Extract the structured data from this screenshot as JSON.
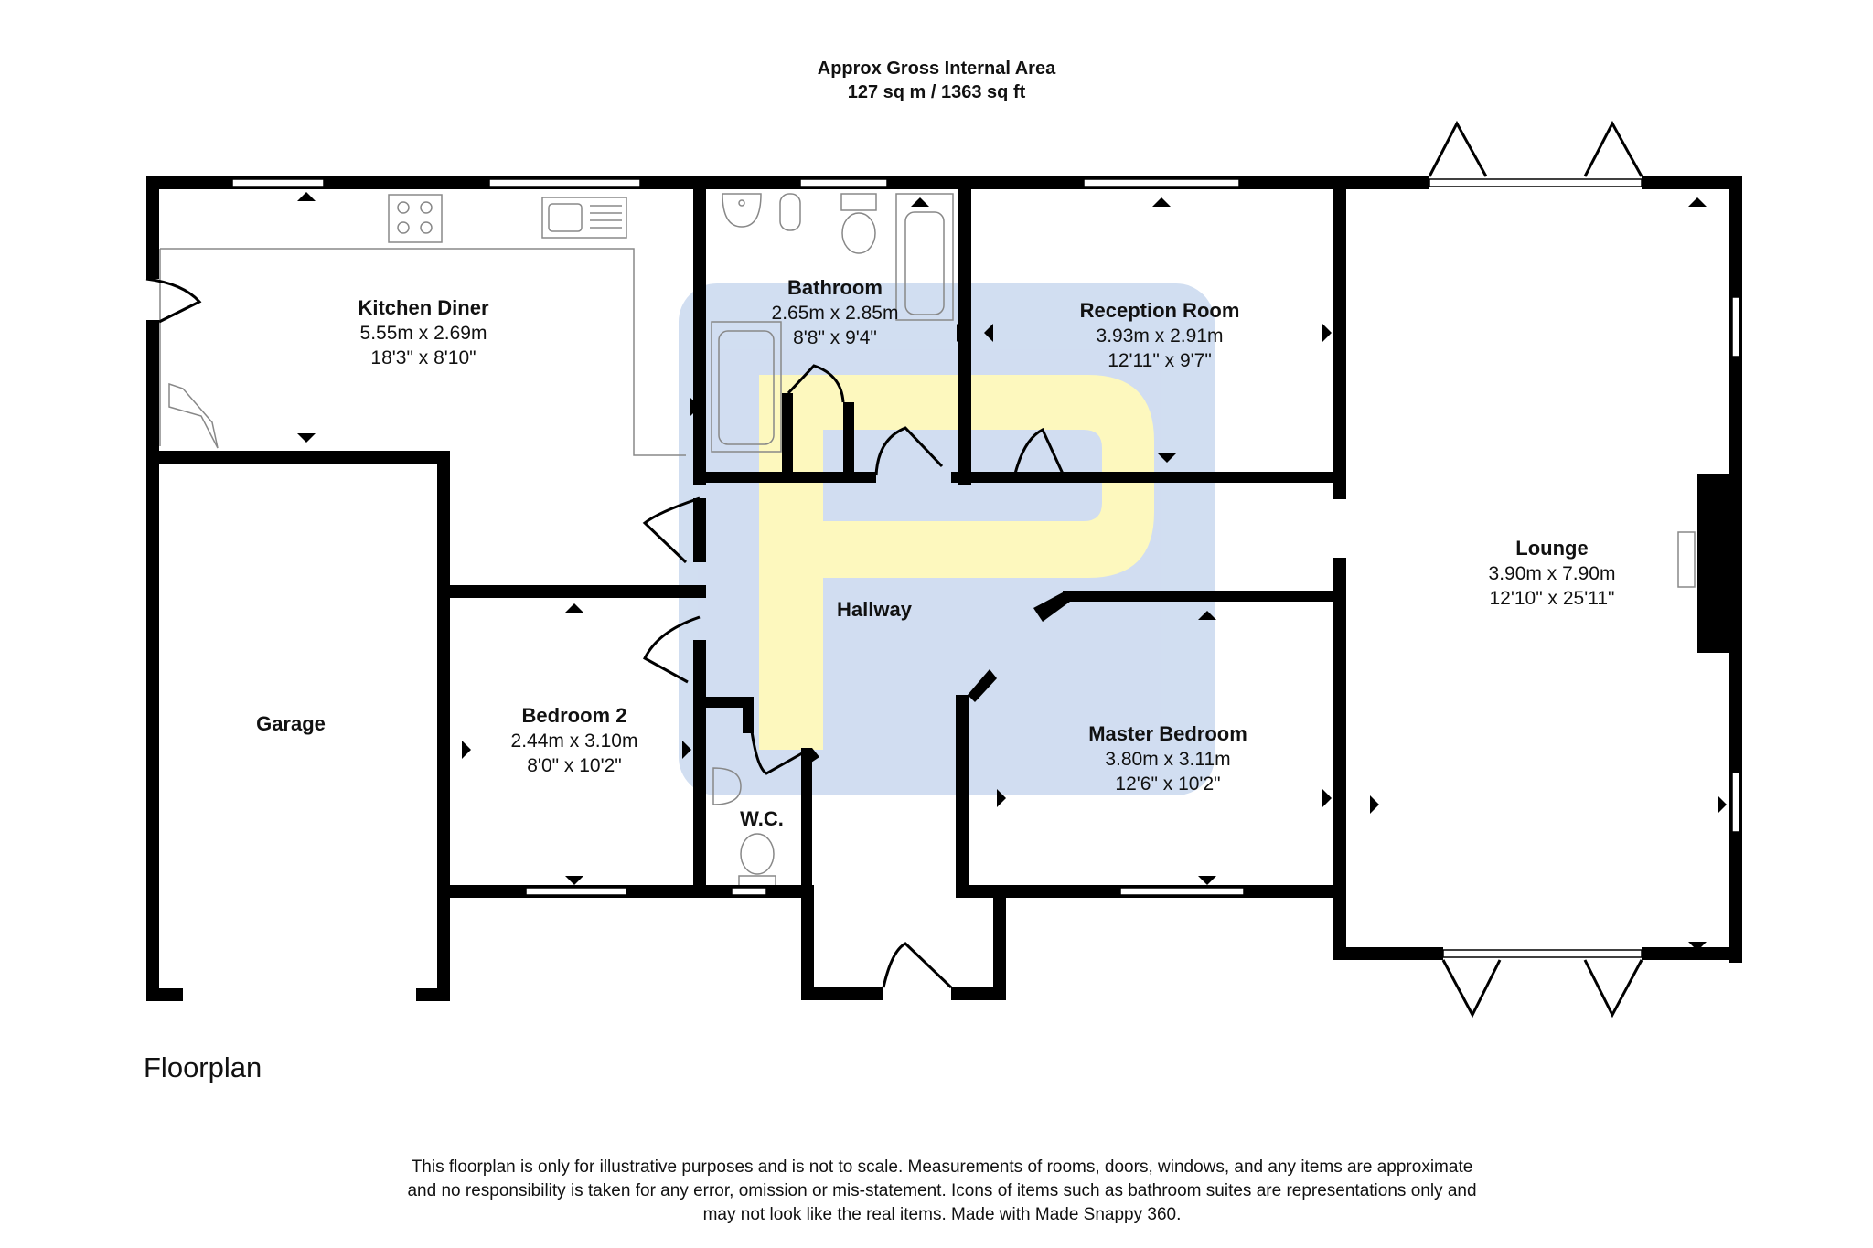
{
  "header": {
    "line1": "Approx Gross Internal Area",
    "line2": "127 sq m / 1363 sq ft"
  },
  "rooms": {
    "kitchen": {
      "name": "Kitchen Diner",
      "metric": "5.55m x 2.69m",
      "imperial": "18'3\" x 8'10\""
    },
    "bathroom": {
      "name": "Bathroom",
      "metric": "2.65m x 2.85m",
      "imperial": "8'8\" x 9'4\""
    },
    "reception": {
      "name": "Reception Room",
      "metric": "3.93m x 2.91m",
      "imperial": "12'11\" x 9'7\""
    },
    "lounge": {
      "name": "Lounge",
      "metric": "3.90m x 7.90m",
      "imperial": "12'10\" x 25'11\""
    },
    "hallway": {
      "name": "Hallway"
    },
    "garage": {
      "name": "Garage"
    },
    "bedroom2": {
      "name": "Bedroom 2",
      "metric": "2.44m x 3.10m",
      "imperial": "8'0\" x 10'2\""
    },
    "master": {
      "name": "Master Bedroom",
      "metric": "3.80m x 3.11m",
      "imperial": "12'6\" x 10'2\""
    },
    "wc": {
      "name": "W.C."
    }
  },
  "plan_label": "Floorplan",
  "disclaimer": {
    "line1": "This floorplan is only for illustrative purposes and is not to scale. Measurements of rooms, doors, windows, and any items are approximate",
    "line2": "and no responsibility is taken for any error, omission or mis-statement. Icons of items such as bathroom suites are representations only and",
    "line3": "may not look like the real items. Made with Made Snappy 360."
  },
  "colors": {
    "wall": "#000000",
    "watermark_blue": "#c9d8ef",
    "watermark_yellow": "#fdf7b3"
  },
  "icons": [
    "watermark-logo-icon",
    "hob-icon",
    "sink-icon",
    "bath-icon",
    "toilet-icon",
    "basin-icon",
    "bidet-icon",
    "fireplace-icon",
    "boiler-icon"
  ]
}
